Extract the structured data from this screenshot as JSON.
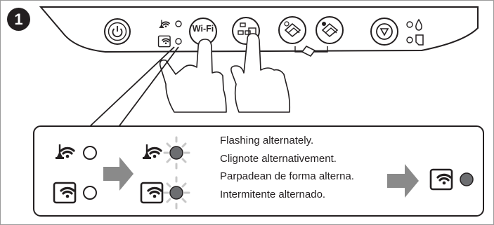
{
  "step_number": "1",
  "control_panel": {
    "wifi_button_label": "Wi-Fi"
  },
  "status_light": {
    "lit_color": "#6d6e71",
    "flash_color": "#c8c8c8"
  },
  "instructions": [
    "Flashing alternately.",
    "Clignote alternativement.",
    "Parpadean de forma alterna.",
    "Intermitente alternado."
  ]
}
